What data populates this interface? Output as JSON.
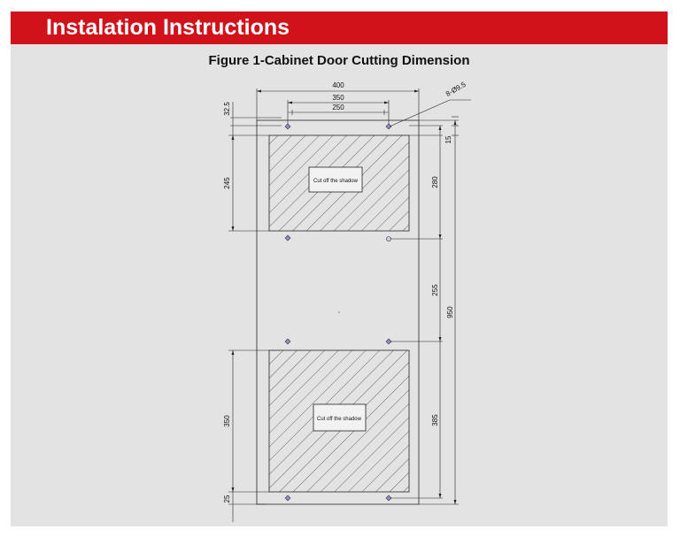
{
  "header": {
    "title": "Instalation Instructions"
  },
  "figure": {
    "title": "Figure 1-Cabinet Door Cutting Dimension",
    "cutout_label": "Cut off the shadow",
    "dimensions": {
      "overall_width": "400",
      "hole_spacing_wide": "350",
      "hole_spacing_narrow": "250",
      "hole_spec": "8-Ø9.5",
      "top_margin": "32.5",
      "hole_offset": "15",
      "upper_cutout_height": "245",
      "upper_cutout_span": "280",
      "middle_span": "255",
      "overall_height": "950",
      "lower_cutout_height": "350",
      "lower_span": "385",
      "bottom_margin": "25"
    }
  },
  "colors": {
    "header": "#d0121b",
    "panel": "#e3e3e3"
  }
}
